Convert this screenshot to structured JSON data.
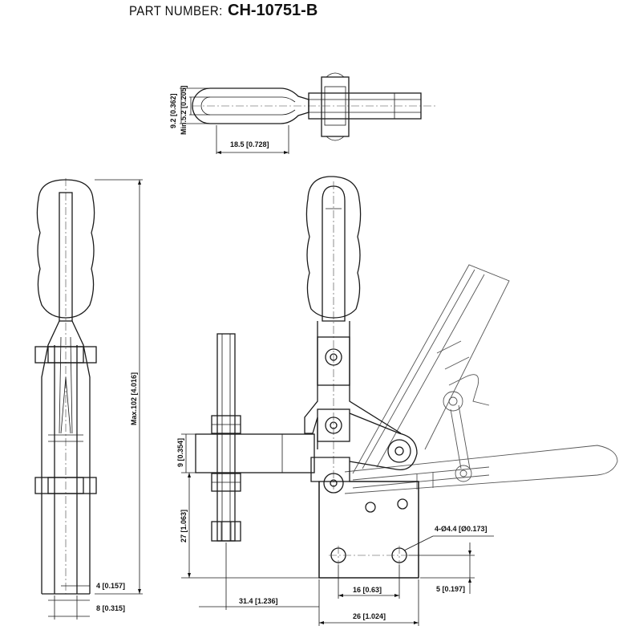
{
  "header": {
    "label": "PART  NUMBER:",
    "part_number": "CH-10751-B"
  },
  "dimensions": {
    "top_height": "9.2 [0.362]",
    "top_slot": "Min.5.2 [0.205]",
    "top_length": "18.5 [0.728]",
    "max_height": "Max.102 [4.016]",
    "spindle_thread": "9 [0.354]",
    "spindle_height": "27 [1.063]",
    "side_width_small": "4 [0.157]",
    "side_width_large": "8 [0.315]",
    "spindle_offset": "31.4 [1.236]",
    "hole_spacing": "16 [0.63]",
    "base_width": "26 [1.024]",
    "hole_callout": "4-Ø4.4 [Ø0.173]",
    "hole_edge": "5 [0.197]"
  }
}
